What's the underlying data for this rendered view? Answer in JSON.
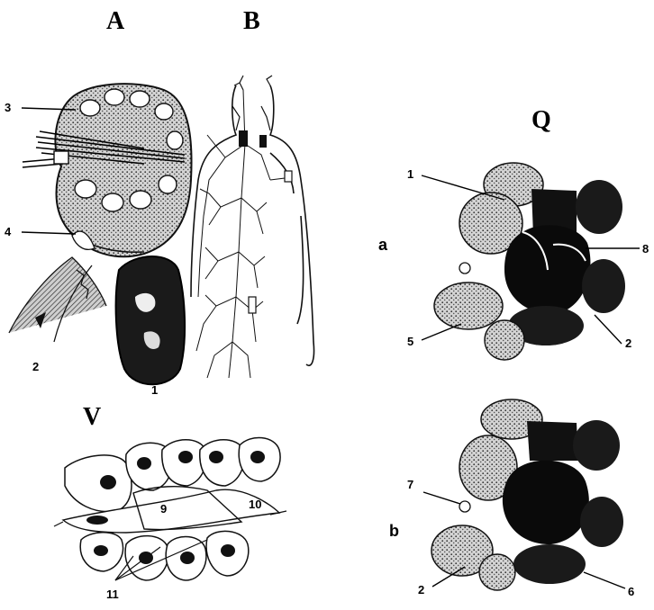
{
  "panels": {
    "A": "A",
    "B": "B",
    "Q": "Q",
    "V": "V"
  },
  "subpanels": {
    "a": "a",
    "b": "b"
  },
  "labels": {
    "A_3": "3",
    "A_4": "4",
    "A_2": "2",
    "A_1": "1",
    "Qa_1": "1",
    "Qa_8": "8",
    "Qa_5": "5",
    "Qa_2": "2",
    "Qb_7": "7",
    "Qb_2": "2",
    "Qb_6": "6",
    "V_9": "9",
    "V_10": "10",
    "V_11": "11"
  }
}
